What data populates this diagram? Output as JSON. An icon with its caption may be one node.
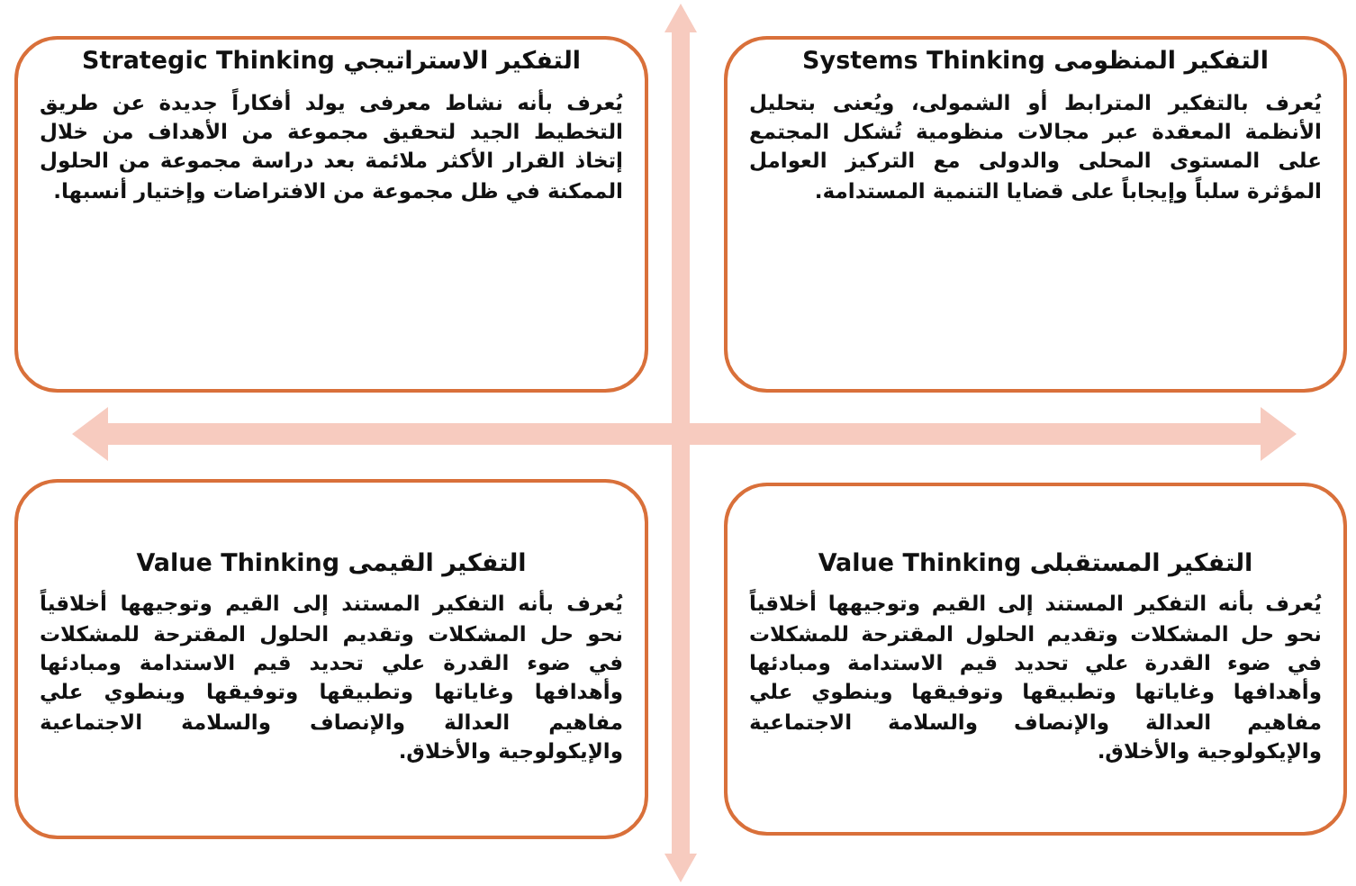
{
  "diagram": {
    "nodes": [
      {
        "text": [
          "التفكير الاستراتيجي Strategic Thinking",
          "يُعرف بأنه نشاط معرفى يولد أفكاراً جديدة عن طريق التخطيط الجيد لتحقيق مجموعة من الأهداف من خلال إتخاذ القرار الأكثر ملائمة بعد دراسة مجموعة من الحلول الممكنة في ظل مجموعة من الافتراضات وإختيار أنسبها."
        ]
      },
      {
        "text": [
          "التفكير المنظومى Systems Thinking",
          "يُعرف بالتفكير المترابط أو الشمولى، ويُعنى بتحليل الأنظمة المعقدة عبر مجالات منظومية تُشكل المجتمع على المستوى المحلى والدولى مع التركيز العوامل المؤثرة سلباً وإيجاباً على قضايا التنمية المستدامة."
        ]
      },
      {
        "text": [
          "التفكير القيمى Value Thinking",
          "يُعرف بأنه التفكير المستند إلى القيم وتوجيهها أخلاقياً نحو حل المشكلات وتقديم الحلول المقترحة للمشكلات في ضوء القدرة علي تحديد قيم الاستدامة ومبادئها وأهدافها وغاياتها وتطبيقها وتوفيقها وينطوي علي مفاهيم العدالة والإنصاف والسلامة الاجتماعية والإيكولوجية والأخلاق."
        ]
      },
      {
        "text": [
          "التفكير المستقبلى Value Thinking",
          "يُعرف بأنه التفكير المستند إلى القيم وتوجيهها أخلاقياً نحو حل المشكلات وتقديم الحلول المقترحة للمشكلات في ضوء القدرة علي تحديد قيم الاستدامة ومبادئها وأهدافها وغاياتها وتطبيقها وتوفيقها وينطوي علي مفاهيم العدالة والإنصاف والسلامة الاجتماعية والإيكولوجية والأخلاق."
        ]
      }
    ]
  }
}
